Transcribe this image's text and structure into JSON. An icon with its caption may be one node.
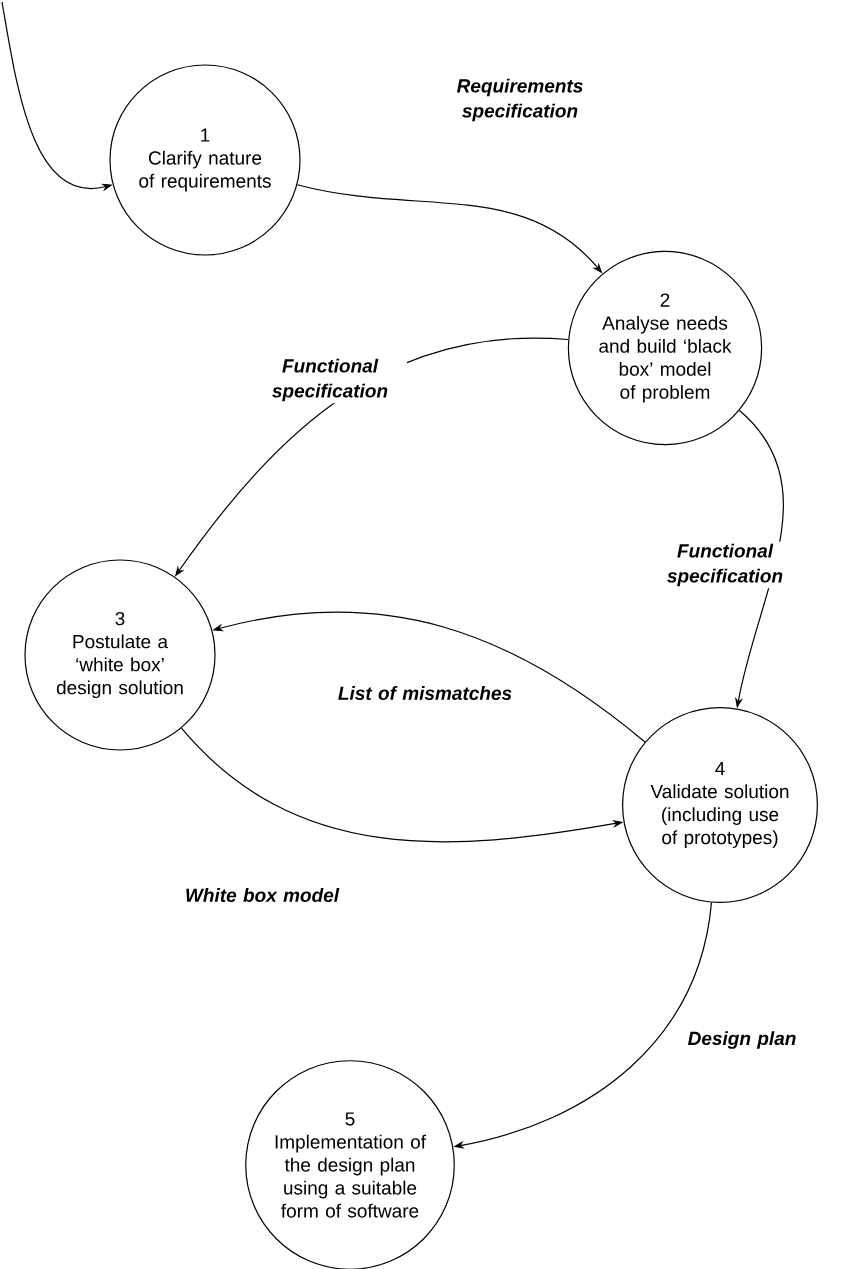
{
  "diagram": {
    "nodes": [
      {
        "text": [
          "1",
          "Clarify nature of requirements"
        ]
      },
      {
        "text": [
          "2",
          "Analyse needs and build ‘black box’ model of problem"
        ]
      },
      {
        "text": [
          "3",
          "Postulate a ‘white box’ design solution"
        ]
      },
      {
        "text": [
          "4",
          "Validate solution (including use of prototypes)"
        ]
      },
      {
        "text": [
          "5",
          "Implementation of the design plan using a suitable form of software"
        ]
      }
    ],
    "edges": [
      {
        "from": null,
        "to": 0,
        "arrow": "to"
      },
      {
        "from": 0,
        "to": 1,
        "arrow": "to",
        "label": "Requirements specification"
      },
      {
        "from": 1,
        "to": 2,
        "arrow": "to",
        "label": "Functional specification"
      },
      {
        "from": 1,
        "to": 3,
        "arrow": "to",
        "label": "Functional specification"
      },
      {
        "from": 3,
        "to": 2,
        "arrow": "to",
        "label": "List of mismatches"
      },
      {
        "from": 2,
        "to": 3,
        "arrow": "to",
        "label": "White box model"
      },
      {
        "from": 3,
        "to": 4,
        "arrow": "to",
        "label": "Design plan"
      }
    ]
  }
}
